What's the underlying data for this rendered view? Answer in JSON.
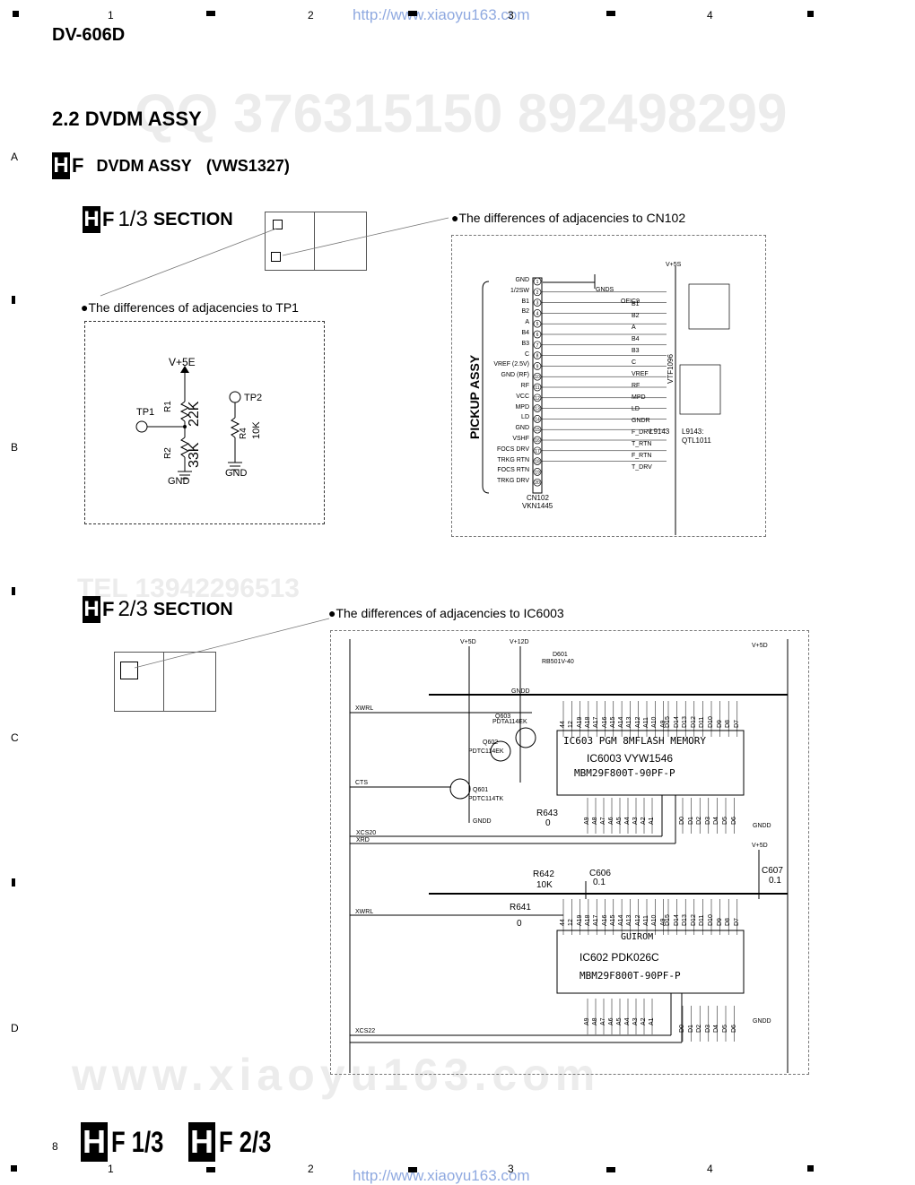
{
  "header": {
    "model": "DV-606D",
    "url": "http://www.xiaoyu163.com",
    "columns": [
      "1",
      "2",
      "3",
      "4"
    ]
  },
  "rows": [
    "A",
    "B",
    "C",
    "D"
  ],
  "section_title": "2.2 DVDM ASSY",
  "assy": {
    "hf": "H",
    "f": "F",
    "label": "DVDM ASSY",
    "part": "(VWS1327)"
  },
  "sec1": {
    "h": "H",
    "f": "F",
    "title": "1/3",
    "word": "SECTION"
  },
  "sec2": {
    "h": "H",
    "f": "F",
    "title": "2/3",
    "word": "SECTION"
  },
  "notes": {
    "cn102": "●The differences of adjacencies to CN102",
    "tp1": "●The differences of adjacencies to TP1",
    "ic6003": "●The differences of adjacencies to IC6003"
  },
  "tp1_schematic": {
    "vcc": "V+5E",
    "tp1": "TP1",
    "tp2": "TP2",
    "r1": "R1",
    "r1v": "22K",
    "r2": "R2",
    "r2v": "33K",
    "r4": "R4",
    "r4v": "10K",
    "gnd1": "GND",
    "gnd2": "GND"
  },
  "cn102_schematic": {
    "assy_label": "PICKUP ASSY",
    "connector": "CN102",
    "connector_part": "VKN1445",
    "pins": [
      "GND",
      "1/2SW",
      "B1",
      "B2",
      "A",
      "B4",
      "B3",
      "C",
      "VREF (2.5V)",
      "GND (RF)",
      "RF",
      "VCC",
      "MPD",
      "LD",
      "GND",
      "VSHF",
      "FOCS DRV",
      "TRKG RTN",
      "FOCS RTN",
      "TRKG DRV"
    ],
    "signals": [
      "GNDS",
      "OEIC9",
      "B1",
      "B2",
      "A",
      "B4",
      "B3",
      "C",
      "VREF",
      "RF",
      "MPD",
      "LD",
      "GNDR",
      "F_DRV",
      "T_RTN",
      "F_RTN",
      "T_DRV"
    ],
    "vss": "V+5S",
    "vtf": "VTF1096",
    "l9143": "L9143",
    "l9143_note": "L9143:",
    "qtl": "QTL1011"
  },
  "ic_schematic": {
    "ic603_name": "IC603 PGM 8MFLASH MEMORY",
    "ic6003": "IC6003  VYW1546",
    "ic603_part": "MBM29F800T-90PF-P",
    "ic602_name": "GUIROM",
    "ic602": "IC602  PDK026C",
    "ic602_part": "MBM29F800T-90PF-P",
    "r643": "R643",
    "r643v": "0",
    "r642": "R642",
    "r642v": "10K",
    "c606": "C606",
    "c606v": "0.1",
    "c607": "C607",
    "c607v": "0.1",
    "r641": "R641",
    "r641v": "0",
    "v5d": "V+5D",
    "v12d": "V+12D",
    "d601": "D601",
    "d601p": "RB501V-40",
    "q603": "Q603",
    "q603p": "PDTA114EK",
    "q602": "Q602",
    "q602p": "PDTC114EK",
    "q601": "Q601",
    "q601p": "PDTC114TK",
    "xwrl": "XWRL",
    "cts": "CTS",
    "xcs20": "XCS20",
    "xrd": "XRD",
    "xcs22": "XCS22",
    "gndd": "GNDD",
    "addr_top": [
      "44",
      "12",
      "A19",
      "A18",
      "A17",
      "A16",
      "A15",
      "A14",
      "A13",
      "A12",
      "A11",
      "A10",
      "A9"
    ],
    "data_top": [
      "D15",
      "D14",
      "D13",
      "D12",
      "D11",
      "D10",
      "D9",
      "D8",
      "D7"
    ],
    "addr_bot": [
      "A9",
      "A8",
      "A7",
      "A6",
      "A5",
      "A4",
      "A3",
      "A2",
      "A1"
    ],
    "data_bot": [
      "D0",
      "D1",
      "D2",
      "D3",
      "D4",
      "D5",
      "D6"
    ]
  },
  "footer": {
    "page": "8",
    "h": "H",
    "f1": "F 1/3",
    "f2": "F 2/3"
  },
  "watermarks": [
    "QQ 376315150  892498299",
    "TEL 13942296513",
    "www.xiaoyu163.com"
  ]
}
